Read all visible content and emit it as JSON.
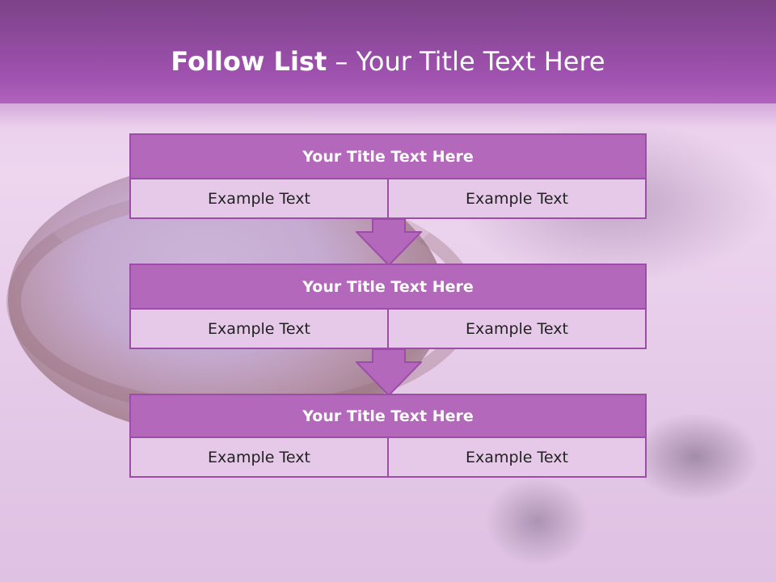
{
  "slide": {
    "title_bold": "Follow List",
    "title_rest": " – Your Title Text Here"
  },
  "blocks": [
    {
      "title": "Your Title Text Here",
      "left": "Example Text",
      "right": "Example Text"
    },
    {
      "title": "Your Title Text Here",
      "left": "Example Text",
      "right": "Example Text"
    },
    {
      "title": "Your Title Text Here",
      "left": "Example Text",
      "right": "Example Text"
    }
  ],
  "colors": {
    "header": "#a052b0",
    "block_title": "#b468bc",
    "block_cell": "#e6c9e8",
    "border": "#9d4da8",
    "arrow": "#b468bc"
  },
  "icons": [
    "down-arrow-icon"
  ]
}
